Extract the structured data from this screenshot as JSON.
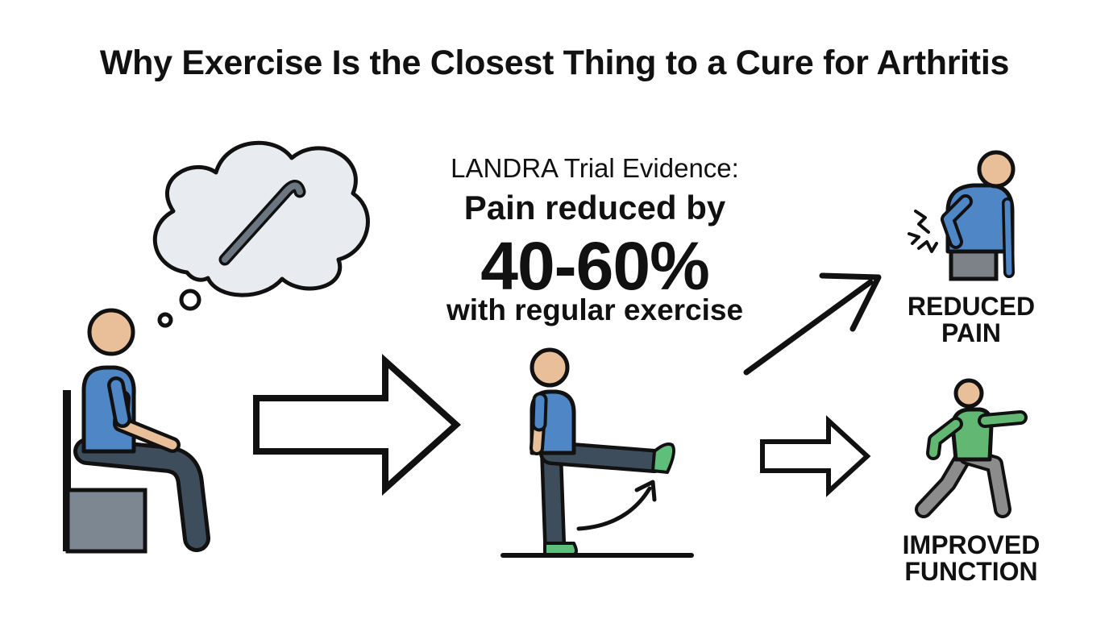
{
  "title": "Why Exercise Is the Closest Thing to a Cure for Arthritis",
  "evidence": {
    "heading": "LANDRA Trial Evidence:",
    "line1": "Pain reduced by",
    "stat": "40-60%",
    "line2": "with regular exercise"
  },
  "outcomes": {
    "reduced_pain": {
      "line1": "REDUCED",
      "line2": "PAIN"
    },
    "improved_function": {
      "line1": "IMPROVED",
      "line2": "FUNCTION"
    }
  },
  "icons": [
    "thought-bubble-icon",
    "cane-icon",
    "seated-person-icon",
    "arrow-right-icon",
    "leg-raise-exerciser-icon",
    "curved-motion-arrow-icon",
    "diagonal-up-arrow-icon",
    "person-holding-back-pain-icon",
    "pain-burst-icon",
    "walking-person-icon"
  ],
  "colors": {
    "shirt_blue": "#4f86c6",
    "skin": "#e9bf99",
    "pants_dark": "#3d4d5c",
    "shoe_green": "#5fbf7a",
    "walker_green": "#62b873",
    "walker_pants": "#8c8c8c",
    "chair_gray": "#7c8791",
    "cloud_fill": "#e8ecf1",
    "outline": "#111111"
  }
}
